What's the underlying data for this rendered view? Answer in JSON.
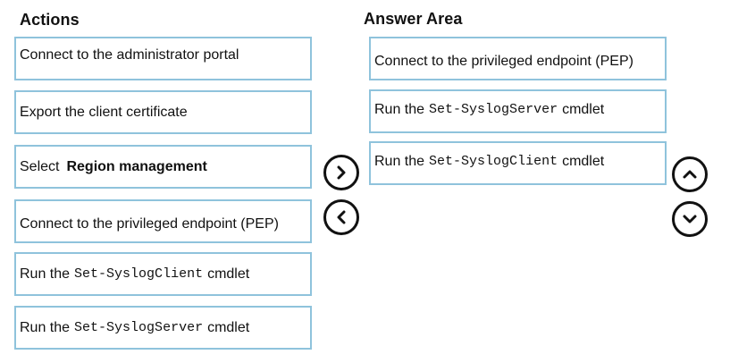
{
  "actions": {
    "heading": "Actions",
    "items": [
      {
        "label": "Connect to the administrator portal"
      },
      {
        "label": "Export the client certificate"
      },
      {
        "prefix": "Select",
        "strong": "Region management"
      },
      {
        "label": "Connect to the privileged endpoint (PEP)"
      },
      {
        "prefix": "Run the",
        "code": "Set-SyslogClient",
        "suffix": "cmdlet"
      },
      {
        "prefix": "Run the",
        "code": "Set-SyslogServer",
        "suffix": "cmdlet"
      }
    ]
  },
  "answer_area": {
    "heading": "Answer Area",
    "items": [
      {
        "label": "Connect to the privileged endpoint (PEP)"
      },
      {
        "prefix": "Run the",
        "code": "Set-SyslogServer",
        "suffix": "cmdlet"
      },
      {
        "prefix": "Run the",
        "code": "Set-SyslogClient",
        "suffix": "cmdlet"
      }
    ]
  },
  "controls": {
    "move_right_icon": "chevron-right-icon",
    "move_left_icon": "chevron-left-icon",
    "move_up_icon": "chevron-up-icon",
    "move_down_icon": "chevron-down-icon"
  },
  "colors": {
    "box_border": "#8fc3dc",
    "text": "#111111",
    "background": "#ffffff"
  }
}
